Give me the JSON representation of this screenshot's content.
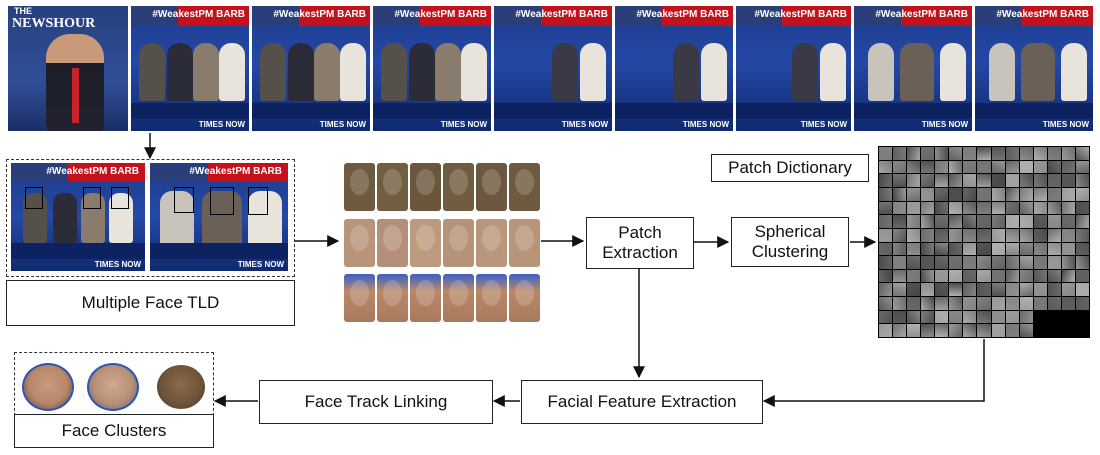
{
  "frames": {
    "hashtag": "#WeakestPM BARB",
    "brand": "TIMES NOW",
    "anchor_title": "NEWSHOUR",
    "anchor_the": "THE"
  },
  "boxes": {
    "tld_label": "Multiple Face TLD",
    "patch_dictionary": "Patch Dictionary",
    "patch_extraction": "Patch Extraction",
    "spherical_clustering": "Spherical Clustering",
    "face_track_linking": "Face Track Linking",
    "facial_feature_extraction": "Facial Feature Extraction",
    "face_clusters": "Face Clusters"
  },
  "colors": {
    "arrow": "#111111",
    "channel_blue": "#2448a6",
    "channel_red": "#c4121d"
  }
}
